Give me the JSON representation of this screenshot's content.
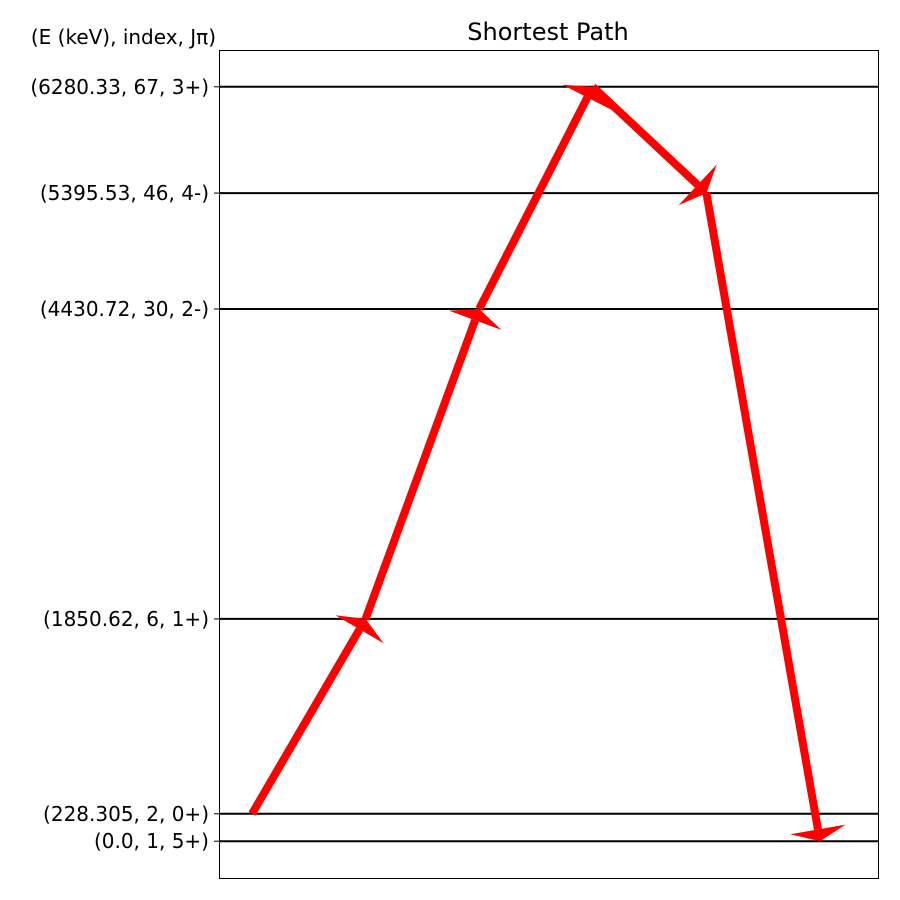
{
  "chart_data": {
    "type": "line",
    "title": "Shortest Path",
    "ylabel": "(E (keV), index, Jπ)",
    "xlabel": "",
    "grid": false,
    "levels": [
      {
        "energy": 6280.33,
        "label": "(6280.33, 67, 3+)"
      },
      {
        "energy": 5395.53,
        "label": "(5395.53, 46, 4-)"
      },
      {
        "energy": 4430.72,
        "label": "(4430.72, 30, 2-)"
      },
      {
        "energy": 1850.62,
        "label": "(1850.62, 6, 1+)"
      },
      {
        "energy": 228.305,
        "label": "(228.305, 2, 0+)"
      },
      {
        "energy": 0.0,
        "label": "(0.0, 1, 5+)"
      }
    ],
    "path": [
      228.305,
      1850.62,
      4430.72,
      6280.33,
      5395.53,
      0.0
    ],
    "ylim": [
      -306.2,
      6586.5
    ],
    "colors": {
      "level_line": "#000000",
      "arrow": "#ff0000"
    }
  }
}
